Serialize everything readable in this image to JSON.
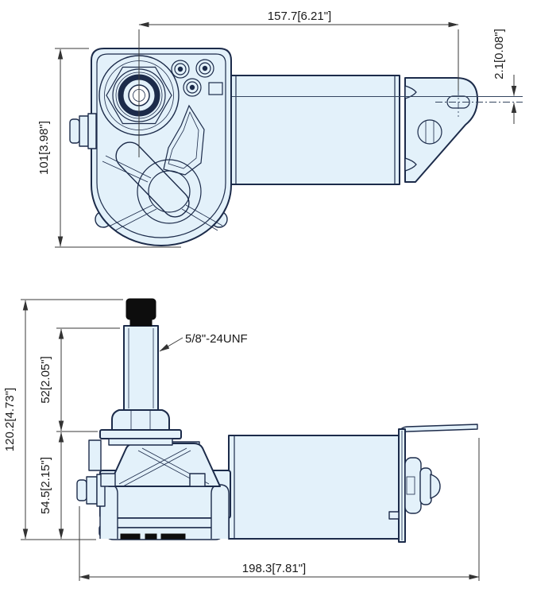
{
  "colors": {
    "background": "#ffffff",
    "outline": "#1c2b4a",
    "body_fill": "#e3f1fa",
    "dimension_lines": "#3a3a3a",
    "dimension_text": "#1a1a1a",
    "cap_fill": "#0d0d0d"
  },
  "top_view": {
    "width": "157.7[6.21\"]",
    "height": "101[3.98\"]",
    "offset": "2.1[0.08\"]"
  },
  "side_view": {
    "overall_height": "120.2[4.73\"]",
    "shaft_length": "52[2.05\"]",
    "lower_height": "54.5[2.15\"]",
    "overall_length": "198.3[7.81\"]",
    "thread": "5/8\"-24UNF"
  }
}
